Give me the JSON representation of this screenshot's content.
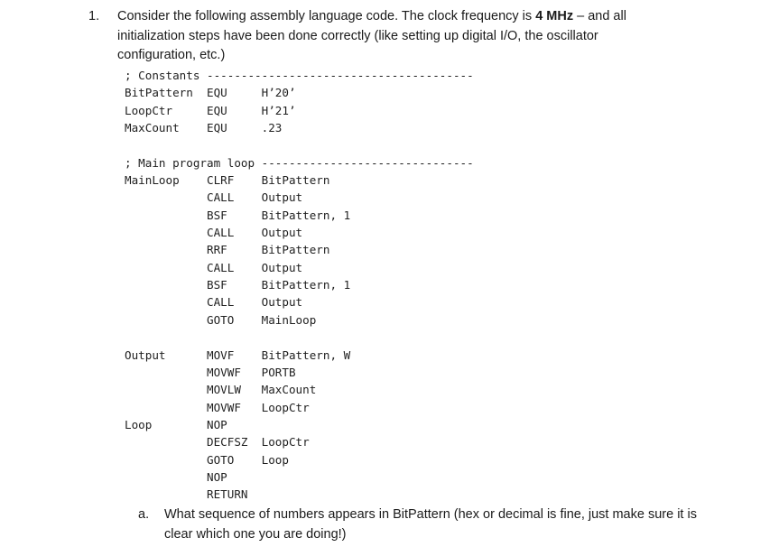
{
  "document": {
    "question_number": "1.",
    "question_text_prefix": "Consider the following assembly language code. The clock frequency is ",
    "clock_frequency": "4 MHz",
    "question_text_suffix": " – and all initialization steps have been done correctly (like setting up digital I/O, the oscillator configuration, etc.)",
    "subquestion_marker": "a.",
    "subquestion_text": "What sequence of numbers appears in BitPattern (hex or decimal is fine, just make sure it is clear which one you are doing!)"
  },
  "code": {
    "lines": [
      "; Constants ---------------------------------------",
      "BitPattern  EQU     H’20’",
      "LoopCtr     EQU     H’21’",
      "MaxCount    EQU     .23",
      "",
      "; Main program loop -------------------------------",
      "MainLoop    CLRF    BitPattern",
      "            CALL    Output",
      "            BSF     BitPattern, 1",
      "            CALL    Output",
      "            RRF     BitPattern",
      "            CALL    Output",
      "            BSF     BitPattern, 1",
      "            CALL    Output",
      "            GOTO    MainLoop",
      "",
      "Output      MOVF    BitPattern, W",
      "            MOVWF   PORTB",
      "            MOVLW   MaxCount",
      "            MOVWF   LoopCtr",
      "Loop        NOP",
      "            DECFSZ  LoopCtr",
      "            GOTO    Loop",
      "            NOP",
      "            RETURN"
    ]
  },
  "colors": {
    "background": "#ffffff",
    "text": "#1a1a1a",
    "code_text": "#1f1f1f"
  }
}
